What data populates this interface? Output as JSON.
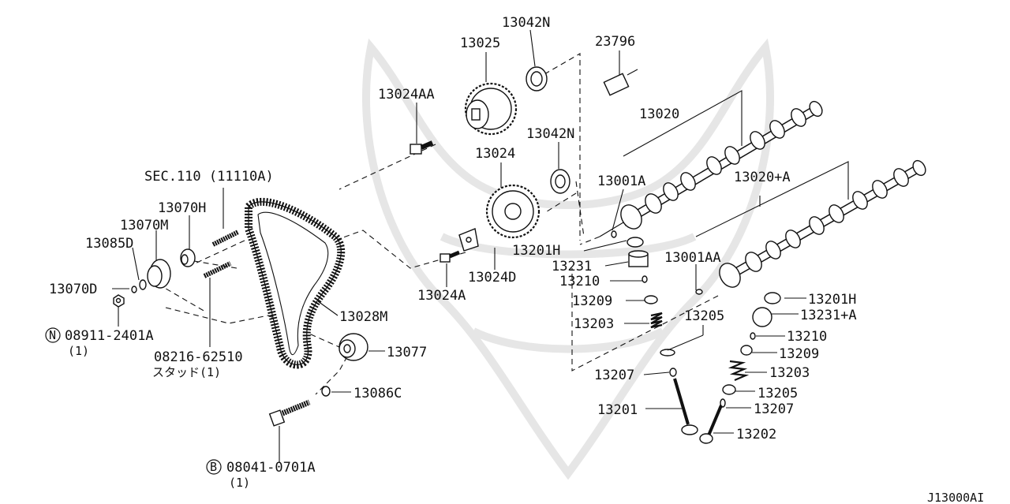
{
  "diagram": {
    "labels": {
      "p13042n_top": "13042N",
      "p13025": "13025",
      "p23796": "23796",
      "p13024aa": "13024AA",
      "p13020": "13020",
      "p13042n_mid": "13042N",
      "p13024": "13024",
      "p13001a": "13001A",
      "p13020a": "13020+A",
      "sec110": "SEC.110 (11110A)",
      "p13070h": "13070H",
      "p13070m": "13070M",
      "p13085d": "13085D",
      "p13070d": "13070D",
      "p08911": "08911-2401A",
      "p08911_qty": "(1)",
      "p13201h_mid": "13201H",
      "p13001aa": "13001AA",
      "p13231": "13231",
      "p13210": "13210",
      "p13024d": "13024D",
      "p13024a": "13024A",
      "p13209": "13209",
      "p13201h_right": "13201H",
      "p13028m": "13028M",
      "p13231a": "13231+A",
      "p13203": "13203",
      "p13205": "13205",
      "p13210_right": "13210",
      "p08216": "08216-62510",
      "p08216_note": "スタッド(1)",
      "p13077": "13077",
      "p13209_right": "13209",
      "p13207": "13207",
      "p13203_right": "13203",
      "p13086c": "13086C",
      "p13205_right": "13205",
      "p13201": "13201",
      "p13207_right": "13207",
      "p13202": "13202",
      "p08041": "08041-0701A",
      "p08041_qty": "(1)",
      "footer_code": "J13000AI"
    },
    "badges": {
      "nut_badge": "N",
      "bolt_badge": "B"
    }
  }
}
